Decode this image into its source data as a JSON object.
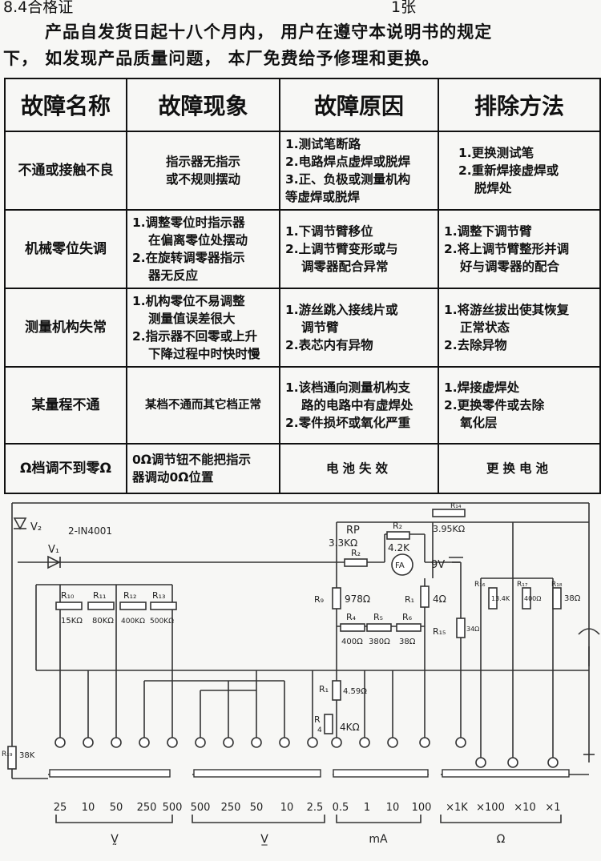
{
  "header": {
    "left": "8.4合格证",
    "right": "1张"
  },
  "warranty": {
    "line1": "产品自发货日起十八个月内， 用户在遵守本说明书的规定",
    "line2": "下， 如发现产品质量问题， 本厂免费给予修理和更换。"
  },
  "table": {
    "headers": [
      "故障名称",
      "故障现象",
      "故障原因",
      "排除方法"
    ],
    "rows": [
      {
        "name": "不通或接触不良",
        "symptom": [
          "指示器无指示",
          "或不规则摆动"
        ],
        "cause": [
          "1.测试笔断路",
          "2.电路焊点虚焊或脱焊",
          "3.正、负极或测量机构",
          "等虚焊或脱焊"
        ],
        "fix": [
          "1.更换测试笔",
          "2.重新焊接虚焊或",
          "脱焊处"
        ]
      },
      {
        "name": "机械零位失调",
        "symptom": [
          "1.调整零位时指示器",
          "在偏离零位处摆动",
          "2.在旋转调零器指示",
          "器无反应"
        ],
        "cause": [
          "1.下调节臂移位",
          "2.上调节臂变形或与",
          "调零器配合异常"
        ],
        "fix": [
          "1.调整下调节臂",
          "2.将上调节臂整形并调",
          "好与调零器的配合"
        ]
      },
      {
        "name": "测量机构失常",
        "symptom": [
          "1.机构零位不易调整",
          "测量值误差很大",
          "2.指示器不回零或上升",
          "下降过程中时快时慢"
        ],
        "cause": [
          "1.游丝跳入接线片或",
          "调节臂",
          "2.表芯内有异物"
        ],
        "fix": [
          "1.将游丝拔出使其恢复",
          "正常状态",
          "2.去除异物"
        ]
      },
      {
        "name": "某量程不通",
        "symptom": [
          "某档不通而其它档正常"
        ],
        "cause": [
          "1.该档通向测量机构支",
          "路的电路中有虚焊处",
          "2.零件损坏或氧化严重"
        ],
        "fix": [
          "1.焊接虚焊处",
          "2.更换零件或去除",
          "氧化层"
        ]
      },
      {
        "name": "Ω档调不到零Ω",
        "symptom": [
          "0Ω调节钮不能把指示",
          "器调动0Ω位置"
        ],
        "cause": [
          "电池失效"
        ],
        "fix": [
          "更换电池"
        ]
      }
    ]
  },
  "circuit": {
    "labels": {
      "v2": "V₂",
      "v1": "V₁",
      "diode": "2-IN4001",
      "rp": "RP",
      "rp_val": "3.3KΩ",
      "r2a": "R₂",
      "r2b": "R₂",
      "r2b_val": "4.2K",
      "fa": "FA",
      "batt": "9V",
      "r14": "R₁₄",
      "r14_val": "3.95KΩ",
      "r9": "R₉",
      "r9_val": "978Ω",
      "r1a": "R₁",
      "r1a_val": "4Ω",
      "r4": "R₄",
      "r4_val": "400Ω",
      "r5": "R₅",
      "r5_val": "380Ω",
      "r6": "R₆",
      "r6_val": "38Ω",
      "r15": "R₁₅",
      "r15_val": "34Ω",
      "r16": "R₁₆",
      "r16_val": "13.4K",
      "r17": "R₁₇",
      "r17_val": "400Ω",
      "r18": "R₁₈",
      "r18_val": "38Ω",
      "r10": "R₁₀",
      "r10_val": "15KΩ",
      "r11": "R₁₁",
      "r11_val": "80KΩ",
      "r12": "R₁₂",
      "r12_val": "400KΩ",
      "r13": "R₁₃",
      "r13_val": "500KΩ",
      "r1b": "R₁",
      "r1b_val": "4.59Ω",
      "r4b_r": "R",
      "r4b_sub": "4",
      "r4b_val": "4KΩ",
      "r19": "R₁₉",
      "r19_val": "38K"
    },
    "ranges": [
      "25",
      "10",
      "50",
      "250",
      "500",
      "500",
      "250",
      "50",
      "10",
      "2.5",
      "0.5",
      "1",
      "10",
      "100",
      "×1K",
      "×100",
      "×10",
      "×1"
    ],
    "groups": [
      "V̰",
      "V̲",
      "mA",
      "Ω"
    ]
  }
}
